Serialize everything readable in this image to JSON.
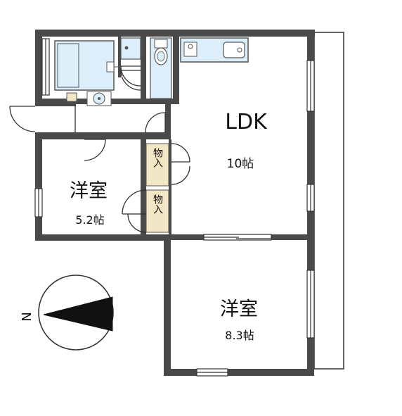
{
  "rooms": {
    "ldk": {
      "name": "LDK",
      "size": "10帖"
    },
    "western_large": {
      "name": "洋室",
      "size": "8.3帖"
    },
    "western_small": {
      "name": "洋室",
      "size": "5.2帖"
    }
  },
  "storage": {
    "upper": "物入",
    "lower": "物入"
  },
  "compass": {
    "direction": "N"
  },
  "colors": {
    "wall": "#4a4a4a",
    "fixture_fill": "#dceefa",
    "fixture_stroke": "#555555",
    "storage_fill": "#f3e6c4",
    "line": "#333333"
  }
}
